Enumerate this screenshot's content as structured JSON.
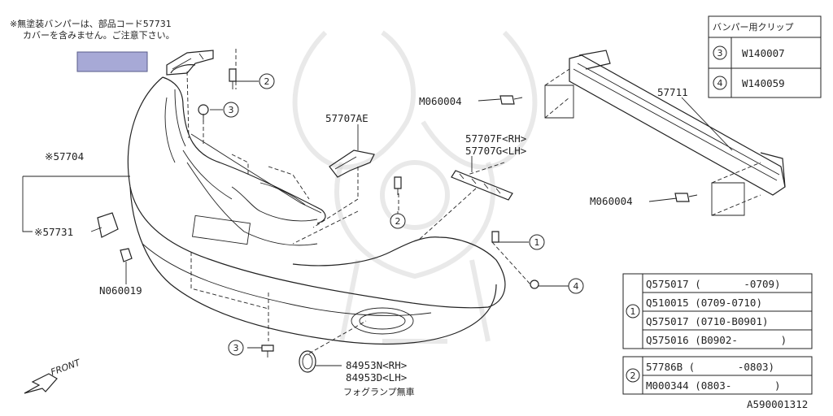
{
  "note": {
    "line1": "※無塗装バンパーは、部品コード57731",
    "line2": "カバーを含みません。ご注意下さい。"
  },
  "clip_table": {
    "header": "バンパー用クリップ",
    "rows": [
      {
        "num": "3",
        "code": "W140007"
      },
      {
        "num": "4",
        "code": "W140059"
      }
    ]
  },
  "labels": {
    "p57704": "※57704",
    "p57731": "※57731",
    "n060019": "N060019",
    "p57707ae": "57707AE",
    "p57707f": "57707F<RH>",
    "p57707g": "57707G<LH>",
    "m060004_a": "M060004",
    "m060004_b": "M060004",
    "p57711": "57711",
    "p84953n": "84953N<RH>",
    "p84953d": "84953D<LH>",
    "fog_note": "フォグランプ無車",
    "front": "FRONT",
    "figure_id": "A590001312"
  },
  "callouts": {
    "c2_top": "2",
    "c3_top": "3",
    "c2_mid": "2",
    "c1": "1",
    "c4": "4",
    "c3_bot": "3"
  },
  "table1": {
    "num": "1",
    "rows": [
      "Q575017 (       -0709)",
      "Q510015 (0709-0710)",
      "Q575017 (0710-B0901)",
      "Q575016 (B0902-       )"
    ]
  },
  "table2": {
    "num": "2",
    "rows": [
      "57786B (       -0803)",
      "M000344 (0803-       )"
    ]
  },
  "highlight_color": "#a7a9d6"
}
